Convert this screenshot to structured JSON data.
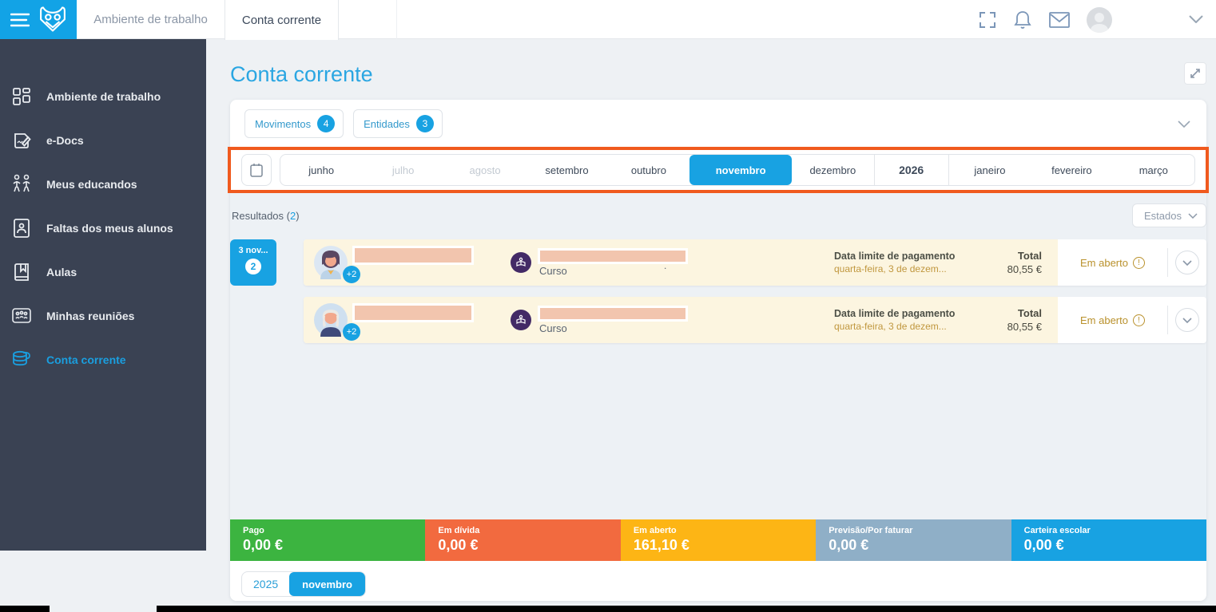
{
  "topbar": {
    "tabs": [
      {
        "label": "Ambiente de trabalho"
      },
      {
        "label": "Conta corrente"
      }
    ],
    "icons": [
      "fullscreen-icon",
      "bell-icon",
      "mail-icon",
      "avatar",
      "chevron-down-icon"
    ]
  },
  "sidebar": {
    "items": [
      {
        "label": "Ambiente de trabalho",
        "icon": "dashboard-icon"
      },
      {
        "label": "e-Docs",
        "icon": "edocs-icon"
      },
      {
        "label": "Meus educandos",
        "icon": "students-icon"
      },
      {
        "label": "Faltas dos meus alunos",
        "icon": "absences-icon"
      },
      {
        "label": "Aulas",
        "icon": "lessons-icon"
      },
      {
        "label": "Minhas reuniões",
        "icon": "meetings-icon"
      },
      {
        "label": "Conta corrente",
        "icon": "account-icon",
        "active": true
      }
    ]
  },
  "main": {
    "title": "Conta corrente",
    "filters": {
      "chips": [
        {
          "label": "Movimentos",
          "count": "4"
        },
        {
          "label": "Entidades",
          "count": "3"
        }
      ]
    },
    "months": {
      "items": [
        {
          "label": "junho"
        },
        {
          "label": "julho"
        },
        {
          "label": "agosto"
        },
        {
          "label": "setembro"
        },
        {
          "label": "outubro"
        },
        {
          "label": "novembro"
        },
        {
          "label": "dezembro"
        },
        {
          "label": "2026"
        },
        {
          "label": "janeiro"
        },
        {
          "label": "fevereiro"
        },
        {
          "label": "março"
        }
      ],
      "selected": "novembro"
    },
    "results": {
      "label": "Resultados",
      "open": "(",
      "count": "2",
      "close": ")"
    },
    "estados_label": "Estados",
    "rows": [
      {
        "date_badge": {
          "label": "3 nov...",
          "count": "2"
        },
        "extra_badge": "+2",
        "course_label": "Curso",
        "due": {
          "label": "Data limite de pagamento",
          "value": "quarta-feira, 3 de dezem..."
        },
        "total": {
          "label": "Total",
          "value": "80,55 €"
        },
        "status": "Em aberto"
      },
      {
        "extra_badge": "+2",
        "course_label": "Curso",
        "due": {
          "label": "Data limite de pagamento",
          "value": "quarta-feira, 3 de dezem..."
        },
        "total": {
          "label": "Total",
          "value": "80,55 €"
        },
        "status": "Em aberto"
      }
    ],
    "summary": [
      {
        "label": "Pago",
        "value": "0,00 €",
        "color": "#3cb440"
      },
      {
        "label": "Em dívida",
        "value": "0,00 €",
        "color": "#f26a3f"
      },
      {
        "label": "Em aberto",
        "value": "161,10 €",
        "color": "#fdb515"
      },
      {
        "label": "Previsão/Por faturar",
        "value": "0,00 €",
        "color": "#8fafc7"
      },
      {
        "label": "Carteira escolar",
        "value": "0,00 €",
        "color": "#18a2e2"
      }
    ],
    "footer": {
      "year": "2025",
      "month": "novembro"
    }
  },
  "annotation": {
    "color": "#f05a1e"
  },
  "colors": {
    "accent_blue": "#18a2e2",
    "sidebar_bg": "#3a4253",
    "row_cream": "#fcf5e0"
  }
}
